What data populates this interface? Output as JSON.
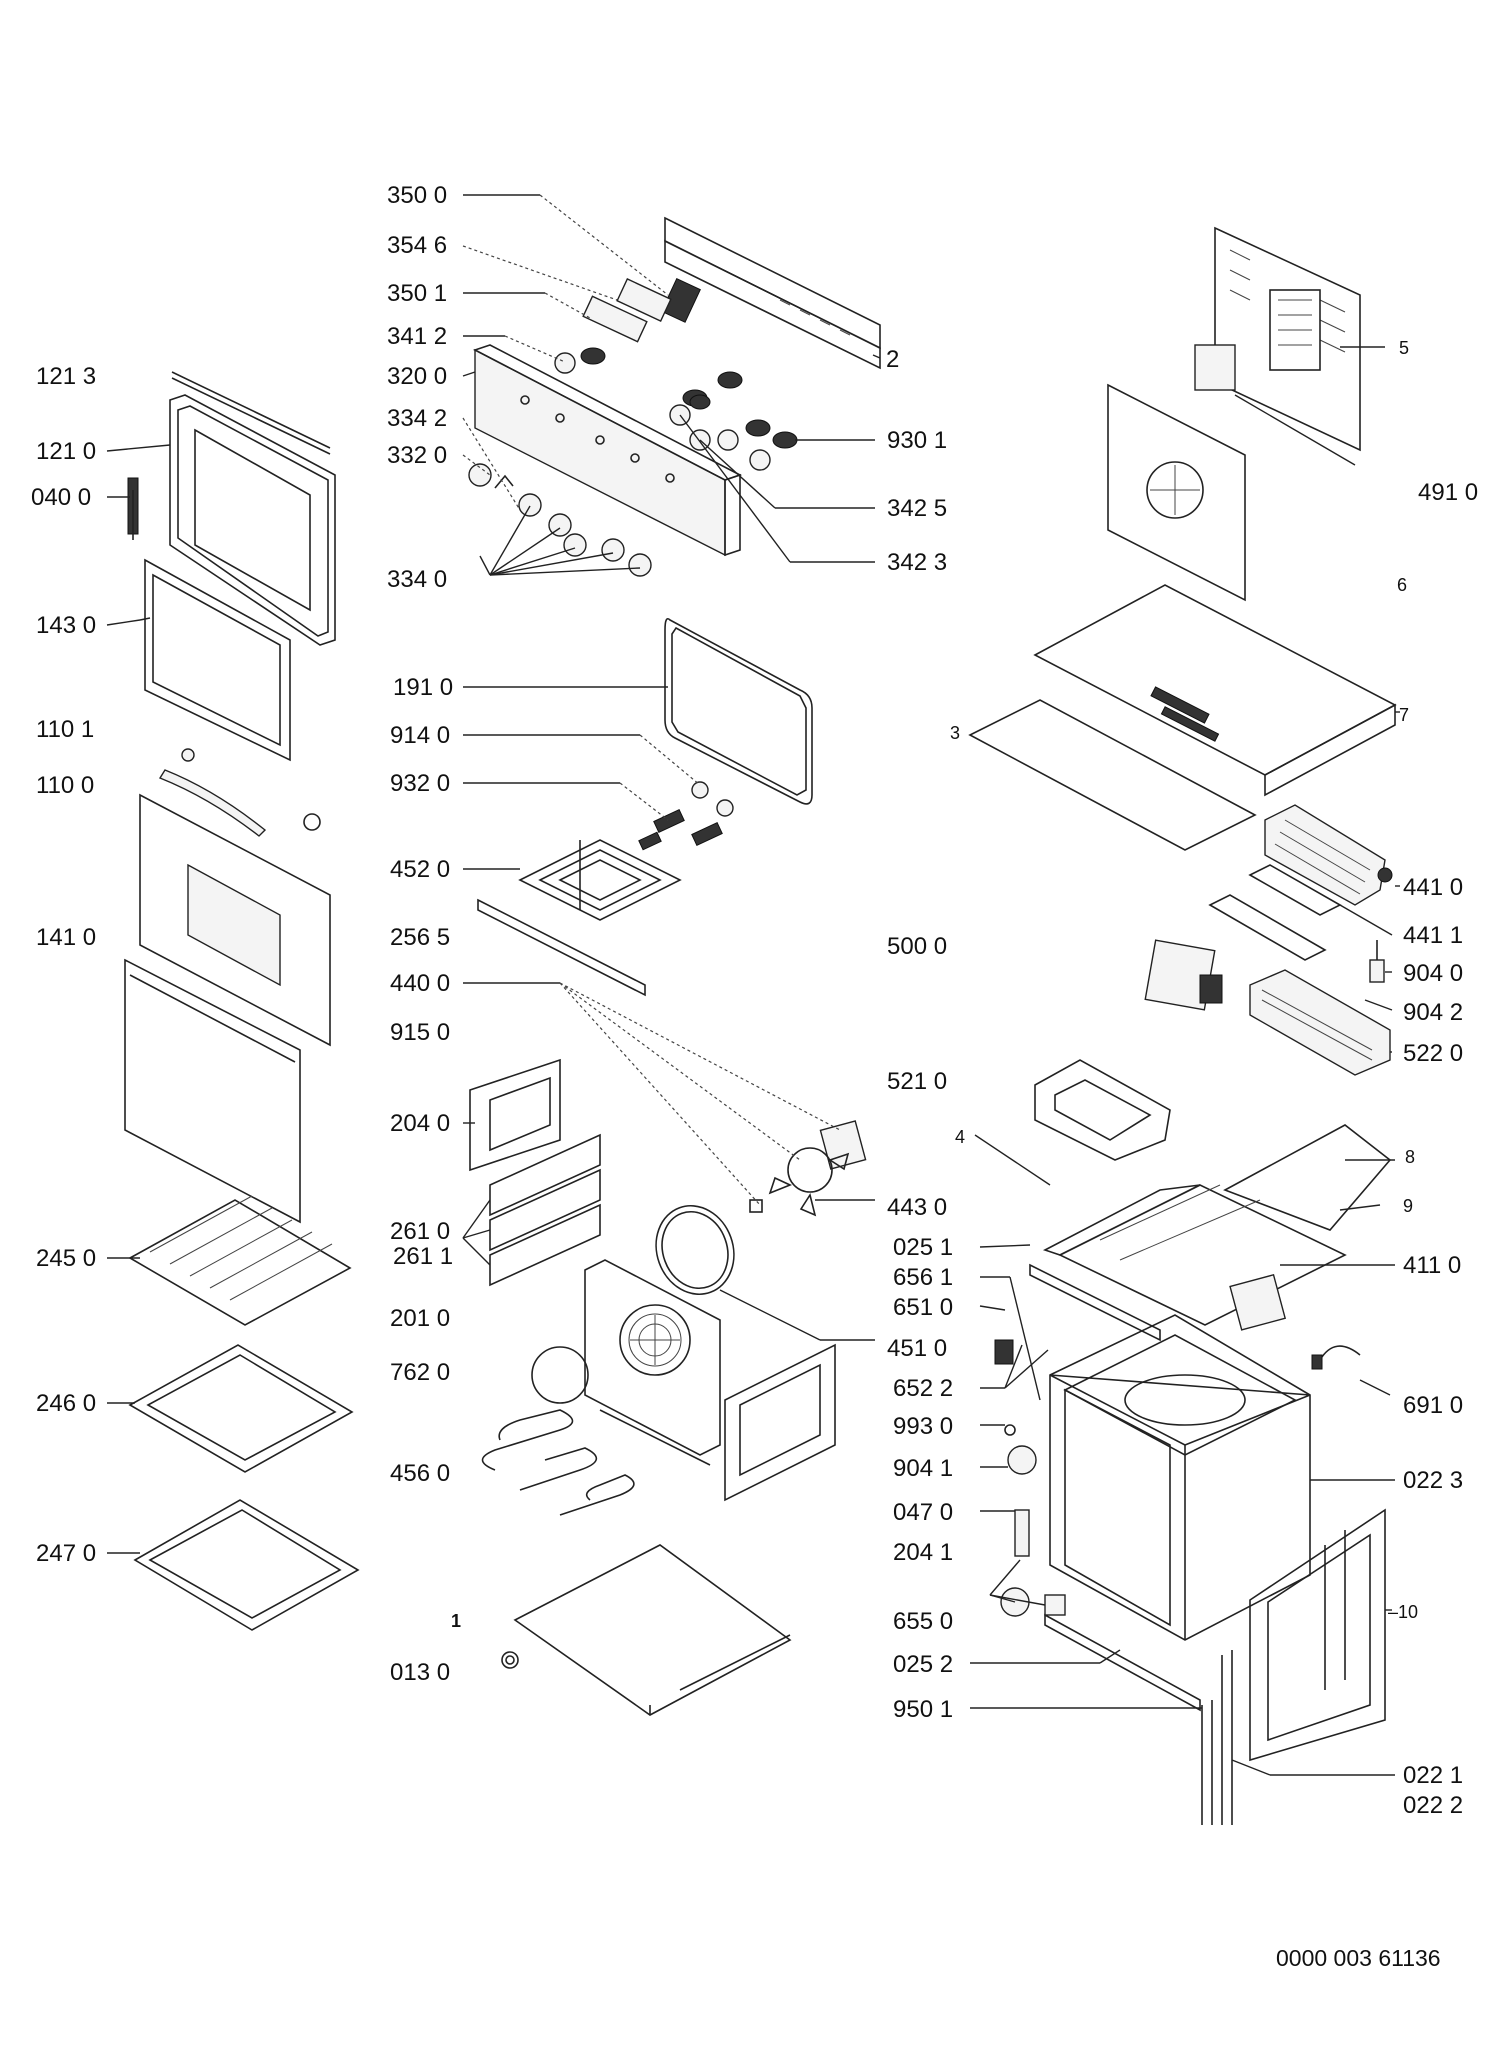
{
  "diagram": {
    "document_id": "0000 003 61136",
    "labels": {
      "l3500": "350 0",
      "l3546": "354 6",
      "l3501": "350 1",
      "l3412": "341 2",
      "l3200": "320 0",
      "l3342": "334 2",
      "l3320": "332 0",
      "l3340": "334 0",
      "l9301": "930 1",
      "l3425": "342 5",
      "l3423": "342 3",
      "r2": "2",
      "l1213": "121 3",
      "l1210": "121 0",
      "l0400": "040 0",
      "l1430": "143 0",
      "l1101": "110 1",
      "l1100": "110 0",
      "l1410": "141 0",
      "l2450": "245 0",
      "l2460": "246 0",
      "l2470": "247 0",
      "l1910": "191 0",
      "l9140": "914 0",
      "l9320": "932 0",
      "l4520": "452 0",
      "l2565": "256 5",
      "l4400": "440 0",
      "l9150": "915 0",
      "l2040": "204 0",
      "l2610": "261 0",
      "l2611": "261 1",
      "l2010": "201 0",
      "l7620": "762 0",
      "l4560": "456 0",
      "l4430": "443 0",
      "l4510": "451 0",
      "n1": "1",
      "l0130": "013 0",
      "r5": "5",
      "l4910": "491 0",
      "r6": "6",
      "r7": "7",
      "r3": "3",
      "l4410": "441 0",
      "l4411": "441 1",
      "l9040": "904 0",
      "l9042": "904 2",
      "l5220": "522 0",
      "l5000": "500 0",
      "l5210": "521 0",
      "r4": "4",
      "r8": "8",
      "r9": "9",
      "l0251": "025 1",
      "l6561": "656 1",
      "l6510": "651 0",
      "l6522": "652 2",
      "l4110": "411 0",
      "l6910": "691 0",
      "l9930": "993 0",
      "l9041": "904 1",
      "l0470": "047 0",
      "l2041": "204 1",
      "l0223": "022 3",
      "r10": "–10",
      "l6550": "655 0",
      "l0252": "025 2",
      "l9501": "950 1",
      "l0221": "022 1",
      "l0222": "022 2"
    },
    "icons": [
      "control-panel-icon",
      "knob-icon",
      "oven-door-icon",
      "glass-pane-icon",
      "wire-rack-icon",
      "baking-tray-icon",
      "grill-element-icon",
      "fan-icon",
      "oven-cavity-icon",
      "back-panel-icon",
      "terminal-block-icon",
      "motor-icon"
    ]
  }
}
